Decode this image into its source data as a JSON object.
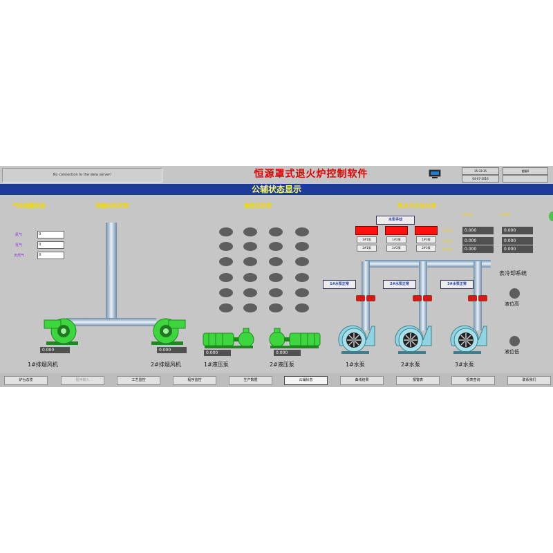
{
  "header": {
    "connection_status": "No connection to the data server!",
    "app_title": "恒源罩式退火炉控制软件",
    "time": "15:33:35",
    "date": "04-07-2016",
    "user_label": "超级0",
    "user_value": ""
  },
  "banner": {
    "title": "公辅状态显示"
  },
  "sections": {
    "gas_status": "气体流量状态",
    "exhaust_fan_status": "排烟风机状态",
    "hydraulic_status": "液压站状态",
    "water_pump_status": "热水冷水泵状态"
  },
  "gas": [
    {
      "name": "氮气",
      "value": "0"
    },
    {
      "name": "氢气",
      "value": "0"
    },
    {
      "name": "天然气",
      "value": "0"
    }
  ],
  "pump_manual_label": "水泵手动",
  "pump_controls": [
    {
      "a": "1#1泵",
      "b": "2#1泵"
    },
    {
      "a": "1#2泵",
      "b": "2#2泵"
    },
    {
      "a": "1#3泵",
      "b": "2#3泵"
    }
  ],
  "pump_table": {
    "headers": [
      "水泵电流",
      "水泵频率"
    ],
    "rows": [
      {
        "label": "1#水泵",
        "current": "0.000",
        "frequency": "0.000"
      },
      {
        "label": "2#水泵",
        "current": "0.000",
        "frequency": "0.000"
      },
      {
        "label": "3#水泵",
        "current": "0.000",
        "frequency": "0.000"
      }
    ]
  },
  "pump_normal": [
    "1#水泵正常",
    "2#水泵正常",
    "3#水泵正常"
  ],
  "cooling": {
    "to_cooling_system": "去冷却系统",
    "level_high": "液位高",
    "level_low": "液位低"
  },
  "equipment": {
    "fan1": {
      "label": "1#排烟风机",
      "value": "0.000"
    },
    "fan2": {
      "label": "2#排烟风机",
      "value": "0.000"
    },
    "hyd1": {
      "label": "1#液压泵",
      "value": "0.000"
    },
    "hyd2": {
      "label": "2#液压泵",
      "value": "0.000"
    },
    "wp1": {
      "label": "1#水泵"
    },
    "wp2": {
      "label": "2#水泵"
    },
    "wp3": {
      "label": "3#水泵"
    }
  },
  "nav": [
    {
      "label": "炉台总揽",
      "state": "normal"
    },
    {
      "label": "程序输入",
      "state": "disabled"
    },
    {
      "label": "工艺监控",
      "state": "normal"
    },
    {
      "label": "程序监控",
      "state": "normal"
    },
    {
      "label": "生产数据",
      "state": "normal"
    },
    {
      "label": "公辅状态",
      "state": "active"
    },
    {
      "label": "曲线结果",
      "state": "normal"
    },
    {
      "label": "报警表",
      "state": "normal"
    },
    {
      "label": "报表查询",
      "state": "normal"
    },
    {
      "label": "联系我们",
      "state": "normal"
    }
  ],
  "colors": {
    "banner": "#1d3c9a",
    "title": "#e00000",
    "section_heading": "#f5d800",
    "equipment_green": "#3ed63e",
    "alarm_red": "#ff1010"
  }
}
